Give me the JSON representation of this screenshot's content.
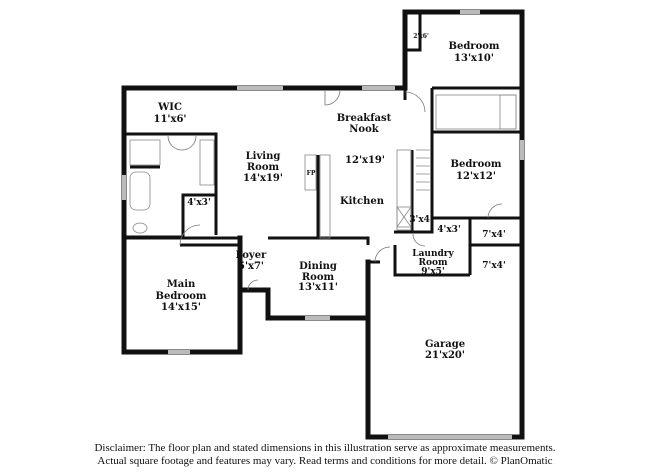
{
  "rooms": {
    "bedroom_top": {
      "name": "Bedroom",
      "dims": "13'x10'"
    },
    "closet_top": {
      "dims": "2'x6'"
    },
    "breakfast_nook": {
      "name_line1": "Breakfast",
      "name_line2": "Nook",
      "dims": "12'x19'"
    },
    "wic": {
      "name": "WIC",
      "dims": "11'x6'"
    },
    "living_room": {
      "name_line1": "Living",
      "name_line2": "Room",
      "dims": "14'x19'"
    },
    "fireplace": {
      "label": "FP"
    },
    "kitchen": {
      "name": "Kitchen"
    },
    "bedroom_right": {
      "name": "Bedroom",
      "dims": "12'x12'"
    },
    "closet_4x3_left": {
      "dims": "4'x3'"
    },
    "closet_3x4": {
      "dims": "3'x4'"
    },
    "closet_4x3_right": {
      "dims": "4'x3'"
    },
    "closet_7x4_upper": {
      "dims": "7'x4'"
    },
    "closet_7x4_lower": {
      "dims": "7'x4'"
    },
    "foyer": {
      "name": "Foyer",
      "dims": "5'x7'"
    },
    "dining_room": {
      "name_line1": "Dining",
      "name_line2": "Room",
      "dims": "13'x11'"
    },
    "laundry_room": {
      "name_line1": "Laundry",
      "name_line2": "Room",
      "dims": "9'x5'"
    },
    "main_bedroom": {
      "name_line1": "Main",
      "name_line2": "Bedroom",
      "dims": "14'x15'"
    },
    "garage": {
      "name": "Garage",
      "dims": "21'x20'"
    }
  },
  "disclaimer": {
    "line1": "Disclaimer: The floor plan and stated dimensions in this illustration serve as approximate measurements.",
    "line2": "Actual square footage and features may vary. Read terms and conditions for more detail. © PlanOmatic"
  }
}
